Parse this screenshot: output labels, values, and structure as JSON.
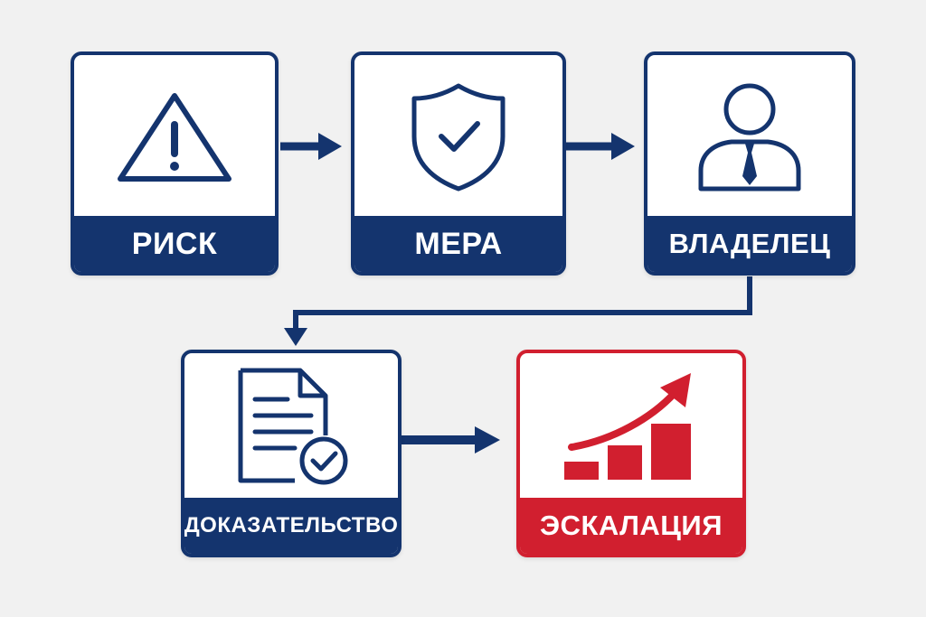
{
  "steps": [
    {
      "label": "РИСК",
      "icon": "warning-triangle-icon"
    },
    {
      "label": "МЕРА",
      "icon": "shield-check-icon"
    },
    {
      "label": "ВЛАДЕЛЕЦ",
      "icon": "person-tie-icon"
    },
    {
      "label": "ДОКАЗАТЕЛЬСТВО",
      "icon": "document-check-icon"
    },
    {
      "label": "ЭСКАЛАЦИЯ",
      "icon": "rising-bars-icon"
    }
  ],
  "colors": {
    "navy": "#14346e",
    "red": "#d11f2f",
    "background": "#f1f1f1"
  }
}
